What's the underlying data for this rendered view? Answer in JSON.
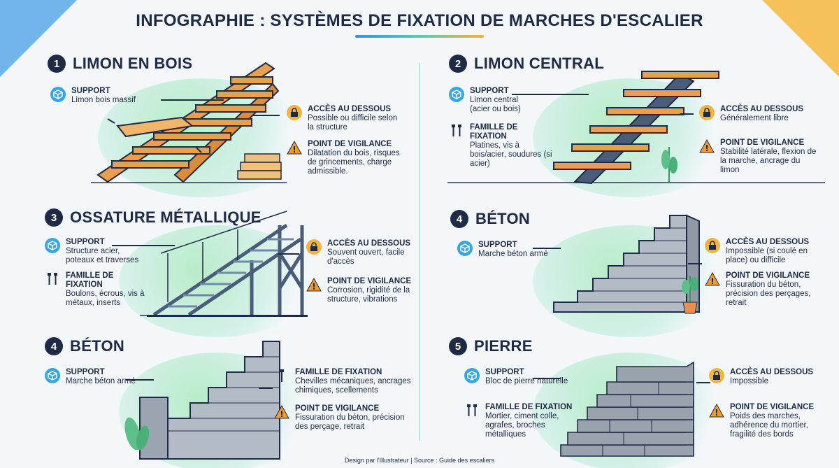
{
  "title": "INFOGRAPHIE : SYSTÈMES DE FIXATION DE MARCHES D'ESCALIER",
  "footer": "Design par l'Illustrateur | Source : Guide des escaliers",
  "colors": {
    "navy": "#1f2a44",
    "support_blue": "#3aa6e0",
    "lock_yellow": "#f2b441",
    "warn_orange": "#f29b30",
    "wood": "#e8a04e",
    "steel": "#6f8aa8",
    "concrete": "#b3bcc6",
    "stone": "#9aa3ad",
    "green": "#b8ecc9"
  },
  "sections": [
    {
      "number": "1",
      "title": "LIMON EN BOIS",
      "support_label": "SUPPORT",
      "support_value": "Limon bois massif",
      "access_label": "ACCÈS AU DESSOUS",
      "access_value": "Possible ou difficile selon la structure",
      "vigilance_label": "POINT DE VIGILANCE",
      "vigilance_value": "Dilatation du bois, risques de grincements, charge admissible."
    },
    {
      "number": "2",
      "title": "LIMON CENTRAL",
      "support_label": "SUPPORT",
      "support_value": "Limon central (acier ou bois)",
      "family_label": "FAMILLE DE FIXATION",
      "family_value": "Platines, vis à bois/acier, soudures (si acier)",
      "access_label": "ACCÈS AU DESSOUS",
      "access_value": "Généralement libre",
      "vigilance_label": "POINT DE VIGILANCE",
      "vigilance_value": "Stabilité latérale, flexion de la marche, ancrage du limon"
    },
    {
      "number": "3",
      "title": "OSSATURE MÉTALLIQUE",
      "support_label": "SUPPORT",
      "support_value": "Structure acier, poteaux et traverses",
      "family_label": "FAMILLE DE FIXATION",
      "family_value": "Boulons, écrous, vis à métaux, inserts",
      "access_label": "ACCÈS AU DESSOUS",
      "access_value": "Souvent ouvert, facile d'accès",
      "vigilance_label": "POINT DE VIGILANCE",
      "vigilance_value": "Corrosion, rigidité de la structure, vibrations"
    },
    {
      "number": "4",
      "title": "BÉTON",
      "support_label": "SUPPORT",
      "support_value": "Marche béton armé",
      "access_label": "ACCÈS AU DESSOUS",
      "access_value": "Impossible (si coulé en place) ou difficile",
      "vigilance_label": "POINT DE VIGILANCE",
      "vigilance_value": "Fissuration du béton, précision des perçages, retrait"
    },
    {
      "number": "4",
      "title": "BÉTON",
      "support_label": "SUPPORT",
      "support_value": "Marche béton armé",
      "family_label": "FAMILLE DE FIXATION",
      "family_value": "Chevilles mécaniques, ancrages chimiques, scellements",
      "vigilance_label": "POINT DE VIGILANCE",
      "vigilance_value": "Fissuration du béton, précision des perçage, retrait"
    },
    {
      "number": "5",
      "title": "PIERRE",
      "support_label": "SUPPORT",
      "support_value": "Bloc de pierre naturelle",
      "family_label": "FAMILLE DE FIXATION",
      "family_value": "Mortier, ciment colle, agrafes, broches métalliques",
      "access_label": "ACCÈS AU DESSOUS",
      "access_value": "Impossible",
      "vigilance_label": "POINT DE VIGILANCE",
      "vigilance_value": "Poids des marches, adhérence du mortier, fragilité des bords"
    }
  ]
}
